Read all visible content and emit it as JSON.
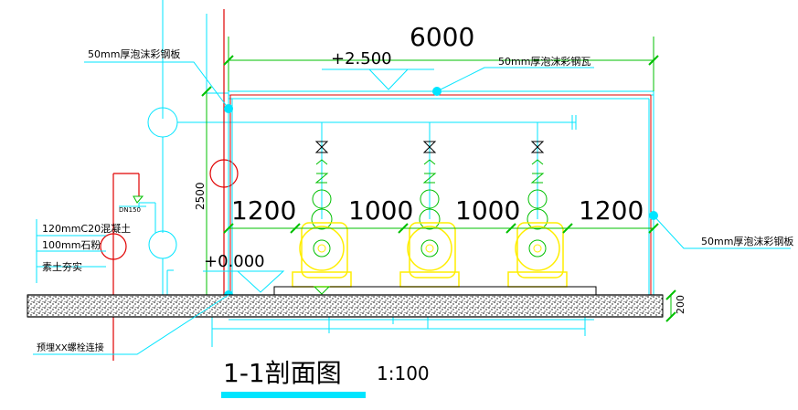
{
  "drawing": {
    "title": "1-1剖面图",
    "scale": "1:100"
  },
  "dimensions": {
    "total_width": "6000",
    "height": "2500",
    "seg_left": "1200",
    "seg_mid1": "1000",
    "seg_mid2": "1000",
    "seg_right": "1200",
    "slab_thickness": "200"
  },
  "elevations": {
    "top": "+2.500",
    "floor": "+0.000"
  },
  "annotations": {
    "panel_left": "50mm厚泡沫彩钢板",
    "panel_roof": "50mm厚泡沫彩钢瓦",
    "panel_right": "50mm厚泡沫彩钢板",
    "concrete": "120mmC20混凝土",
    "stone": "100mm石粉",
    "soil": "素土夯实",
    "bolt": "预埋XX螺栓连接",
    "pipe_size": "DN150"
  },
  "colors": {
    "cyan": "#00e5ff",
    "green": "#00c000",
    "yellow": "#ffee00",
    "red": "#e00000",
    "black": "#000000"
  }
}
